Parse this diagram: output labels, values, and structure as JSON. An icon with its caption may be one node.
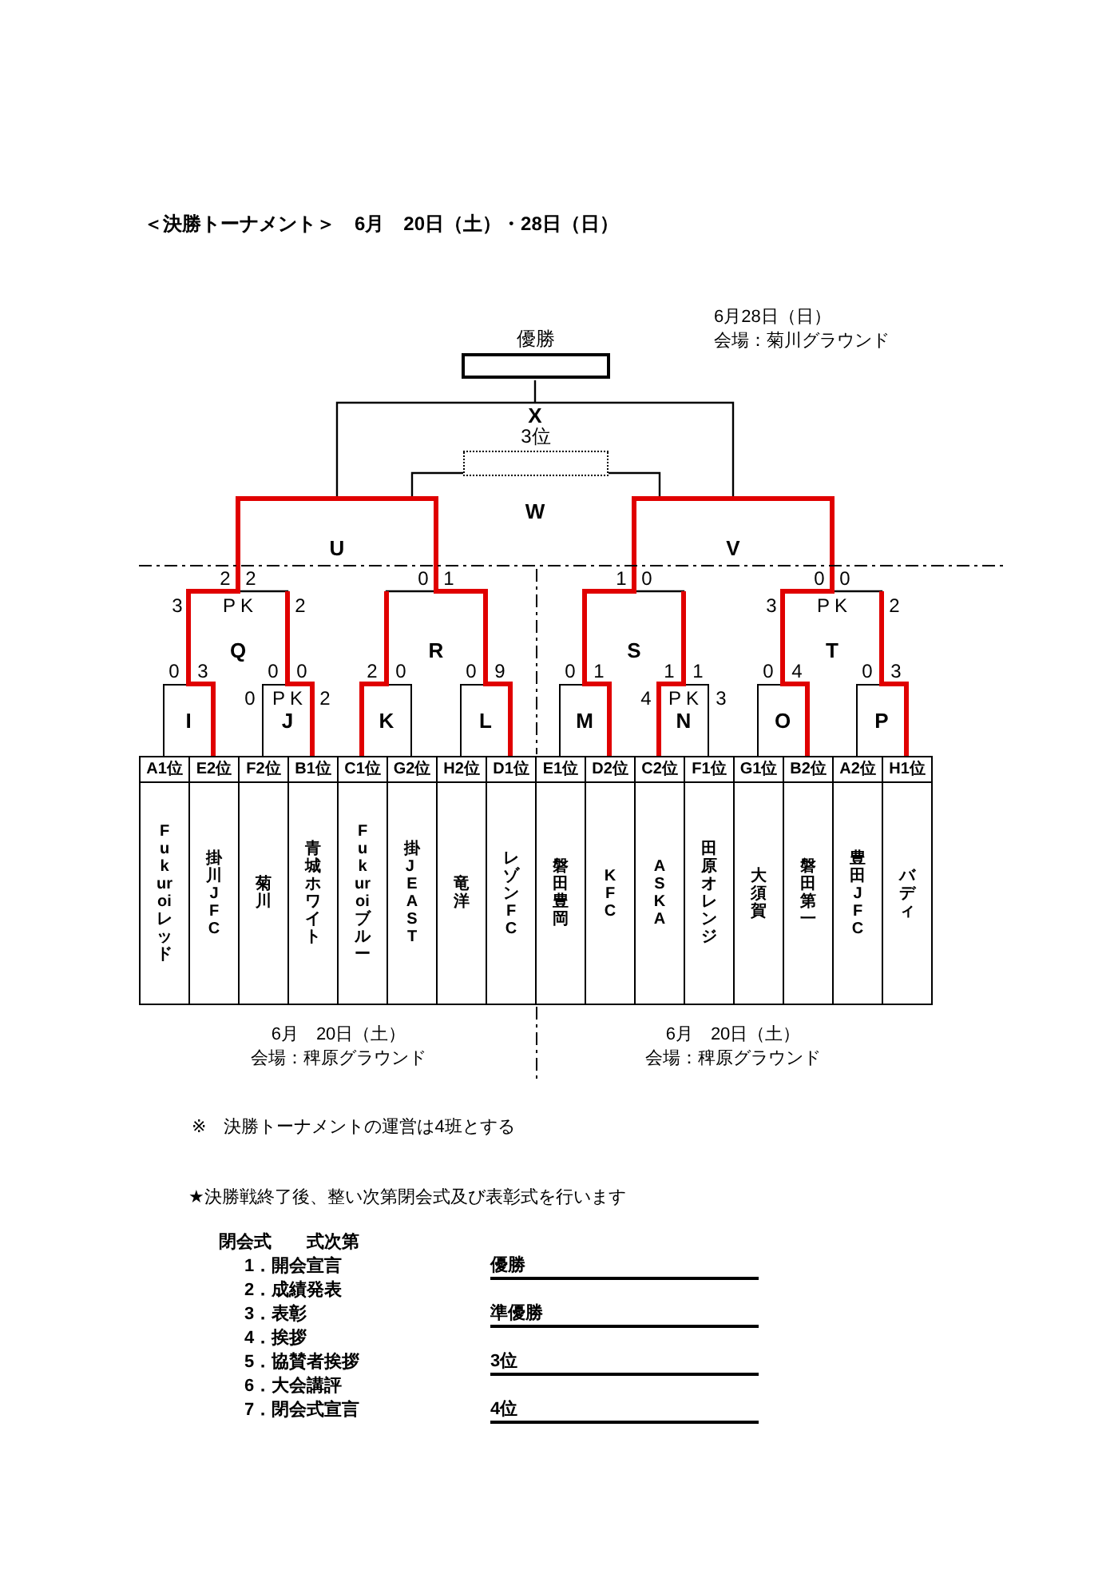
{
  "diagram": {
    "title": "＜決勝トーナメント＞　6月　20日（土）・28日（日）",
    "nodes": [
      {
        "text": [
          "優勝"
        ]
      },
      {
        "text": [
          "3位"
        ]
      },
      {
        "text": [
          "I"
        ]
      },
      {
        "text": [
          "J"
        ]
      },
      {
        "text": [
          "K"
        ]
      },
      {
        "text": [
          "L"
        ]
      },
      {
        "text": [
          "M"
        ]
      },
      {
        "text": [
          "N"
        ]
      },
      {
        "text": [
          "O"
        ]
      },
      {
        "text": [
          "P"
        ]
      },
      {
        "text": [
          "A1位",
          "Fukuroiレッド"
        ]
      },
      {
        "text": [
          "E2位",
          "掛川JFC"
        ]
      },
      {
        "text": [
          "F2位",
          "菊川"
        ]
      },
      {
        "text": [
          "B1位",
          "青城ホワイト"
        ]
      },
      {
        "text": [
          "C1位",
          "Fukuroiブルー"
        ]
      },
      {
        "text": [
          "G2位",
          "掛J EAST"
        ]
      },
      {
        "text": [
          "H2位",
          "竜洋"
        ]
      },
      {
        "text": [
          "D1位",
          "レゾンFC"
        ]
      },
      {
        "text": [
          "E1位",
          "磐田豊岡"
        ]
      },
      {
        "text": [
          "D2位",
          "KFC"
        ]
      },
      {
        "text": [
          "C2位",
          "ASKA"
        ]
      },
      {
        "text": [
          "F1位",
          "田原オレンジ"
        ]
      },
      {
        "text": [
          "G1位",
          "大須賀"
        ]
      },
      {
        "text": [
          "B2位",
          "磐田第一"
        ]
      },
      {
        "text": [
          "A2位",
          "豊田JFC"
        ]
      },
      {
        "text": [
          "H1位",
          "バディ"
        ]
      }
    ],
    "labels": [
      "6月28日（日）",
      "会場：菊川グラウンド",
      "X",
      "W",
      "U",
      "V",
      "2",
      "2",
      "0",
      "1",
      "1",
      "0",
      "0",
      "0",
      "3",
      "P K",
      "2",
      "3",
      "P K",
      "2",
      "Q",
      "R",
      "S",
      "T",
      "0",
      "3",
      "0",
      "0",
      "2",
      "0",
      "0",
      "9",
      "0",
      "1",
      "1",
      "1",
      "0",
      "4",
      "0",
      "3",
      "0",
      "P K",
      "2",
      "4",
      "P K",
      "3",
      "6月　20日（土）",
      "6月　20日（土）",
      "会場：稗原グラウンド",
      "会場：稗原グラウンド",
      "※　決勝トーナメントの運営は4班とする",
      "★決勝戦終了後、整い次第閉会式及び表彰式を行います",
      "閉会式　　式次第",
      "1．開会宣言",
      "優勝",
      "2．成績発表",
      "3．表彰",
      "準優勝",
      "4．挨拶",
      "5．協賛者挨拶",
      "3位",
      "6．大会講評",
      "7．閉会式宣言",
      "4位"
    ]
  }
}
